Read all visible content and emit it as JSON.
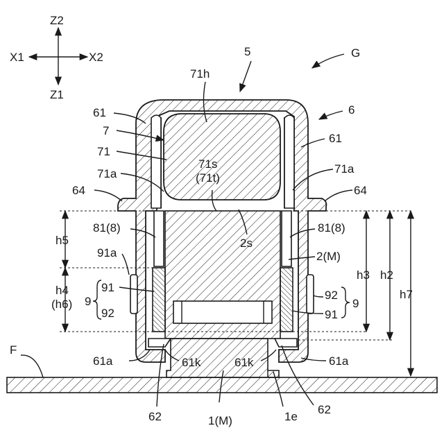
{
  "labels": {
    "z2": "Z2",
    "x1": "X1",
    "x2": "X2",
    "z1": "Z1",
    "l5": "5",
    "lG": "G",
    "l6": "6",
    "l71h": "71h",
    "l61_left": "61",
    "l61_right": "61",
    "l7": "7",
    "l71": "71",
    "l71s": "71s",
    "l71t": "(71t)",
    "l71a_left": "71a",
    "l71a_right": "71a",
    "l64_left": "64",
    "l64_right": "64",
    "l2s": "2s",
    "l81_left": "81(8)",
    "l81_right": "81(8)",
    "lh5": "h5",
    "l2M": "2(M)",
    "l91a": "91a",
    "lh3": "h3",
    "lh2": "h2",
    "lh7": "h7",
    "lh4": "h4",
    "lh6": "(h6)",
    "l91_left": "91",
    "l92_left": "92",
    "l9_left": "9",
    "l92_right": "92",
    "l91_right": "91",
    "l9_right": "9",
    "lF": "F",
    "l61a_left": "61a",
    "l61k_left": "61k",
    "l61k_right": "61k",
    "l61a_right": "61a",
    "l62_left": "62",
    "l1M": "1(M)",
    "l1e": "1e",
    "l62_right": "62"
  }
}
